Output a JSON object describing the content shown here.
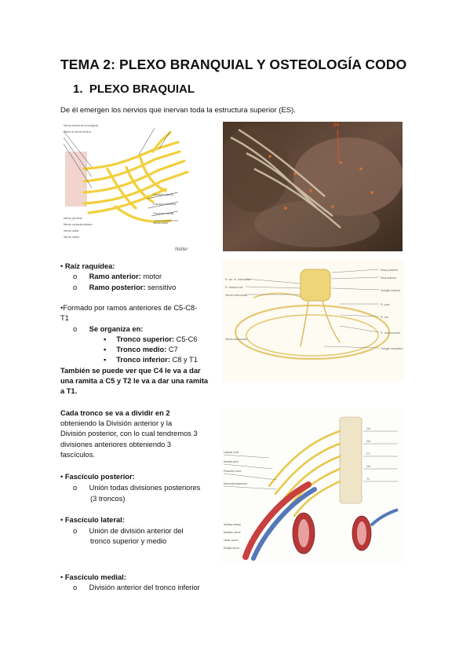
{
  "title": "TEMA 2: PLEXO BRANQUIAL Y OSTEOLOGÍA CODO",
  "section": {
    "number": "1.",
    "title": "PLEXO BRAQUIAL"
  },
  "intro": "De él emergen los nervios que inervan toda la estructura superior (ES).",
  "figures": {
    "photo_label": "24"
  },
  "raiz": {
    "heading": "Raíz raquídea:",
    "items": [
      {
        "bold": "Ramo anterior:",
        "text": " motor"
      },
      {
        "bold": "Ramo posterior:",
        "text": " sensitivo"
      }
    ]
  },
  "formado": {
    "text": "Formado por ramos anteriores de C5-C8-T1",
    "line1": "Formado por ramos anteriores de C5-C8-",
    "line2": "T1",
    "sub_heading": "Se organiza en:",
    "troncos": [
      {
        "bold": "Tronco superior:",
        "text": " C5-C6"
      },
      {
        "bold": "Tronco medio:",
        "text": " C7"
      },
      {
        "bold": "Tronco inferior:",
        "text": " C8 y T1"
      }
    ],
    "note_lines": [
      "También se puede ver que C4 le va a dar",
      "una ramita a C5 y T2 le va a dar una ramita",
      "a T1."
    ]
  },
  "division": {
    "lines_bold": "Cada tronco se va a dividir en 2",
    "lines": [
      "obteniendo la División anterior y la",
      "División posterior, con lo cual tendremos 3",
      "divisiones anteriores obteniendo 3",
      "fascículos."
    ]
  },
  "fasciculos": [
    {
      "heading": "Fascículo posterior:",
      "lines": [
        "Unión todas divisiones posteriores",
        "(3 troncos)"
      ]
    },
    {
      "heading": "Fascículo lateral:",
      "lines": [
        "Unión de división anterior del",
        "tronco superior y medio"
      ]
    },
    {
      "heading": "Fascículo medial:",
      "lines": [
        "División anterior del tronco inferior"
      ]
    }
  ]
}
